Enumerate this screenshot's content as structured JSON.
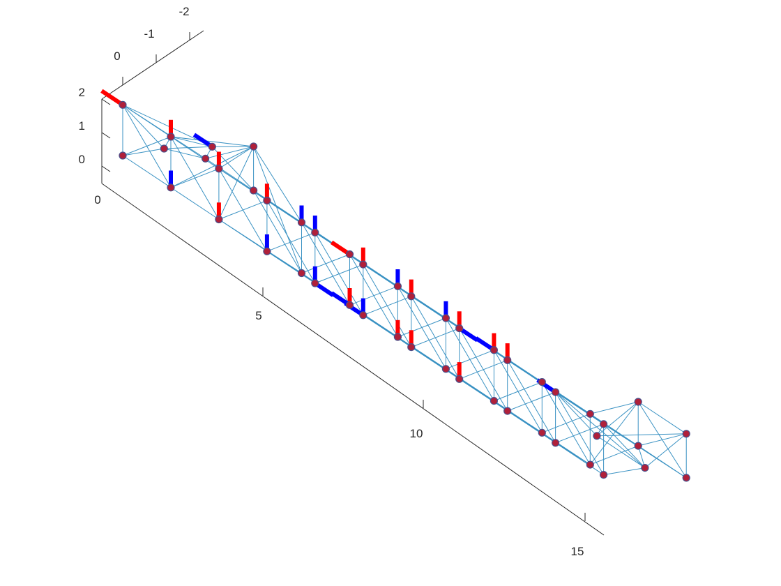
{
  "chart_data": {
    "type": "scatter",
    "projection": "3d",
    "title": "",
    "xlabel": "",
    "ylabel": "",
    "zlabel": "",
    "grid": false,
    "legend": "none",
    "view": {
      "azimuth_deg": -57,
      "elevation_deg": 34
    },
    "xlim": [
      0,
      16
    ],
    "ylim": [
      -2,
      0
    ],
    "zlim": [
      0,
      2
    ],
    "x_ticks": [
      0,
      5,
      10,
      15
    ],
    "y_ticks": [
      0,
      -1,
      -2
    ],
    "z_ticks": [
      0,
      1,
      2
    ],
    "x_tick_labels": [
      "0",
      "5",
      "10",
      "15"
    ],
    "y_tick_labels": [
      "0",
      "-1",
      "-2"
    ],
    "z_tick_labels": [
      "0",
      "1",
      "2"
    ],
    "colors": {
      "edge": "#3a92c3",
      "node_fill": "#b0203a",
      "node_stroke": "#4a4f8a",
      "positive_force": "#ff0000",
      "negative_force": "#0000ff",
      "axis": "#262626"
    },
    "nodes": [
      {
        "id": 0,
        "x": 0,
        "y": 0,
        "z": 0
      },
      {
        "id": 1,
        "x": 0,
        "y": 0,
        "z": 1.5
      },
      {
        "id": 2,
        "x": 0,
        "y": -1,
        "z": 1
      },
      {
        "id": 3,
        "x": 0,
        "y": -2,
        "z": 1.5
      },
      {
        "id": 4,
        "x": 1.6,
        "y": 0,
        "z": 0
      },
      {
        "id": 5,
        "x": 1.6,
        "y": 0,
        "z": 1.5
      },
      {
        "id": 6,
        "x": 1.6,
        "y": -2,
        "z": 1.5
      },
      {
        "id": 7,
        "x": 1.6,
        "y": -1,
        "z": 2
      },
      {
        "id": 8,
        "x": 1.6,
        "y": -2,
        "z": 2.8
      },
      {
        "id": 9,
        "x": 3.2,
        "y": 0,
        "z": 0
      },
      {
        "id": 10,
        "x": 3.2,
        "y": 0,
        "z": 1.5
      },
      {
        "id": 11,
        "x": 3.2,
        "y": -2,
        "z": 0
      },
      {
        "id": 12,
        "x": 3.2,
        "y": -2,
        "z": 1.5
      },
      {
        "id": 13,
        "x": 4.8,
        "y": 0,
        "z": 0
      },
      {
        "id": 14,
        "x": 4.8,
        "y": 0,
        "z": 1.5
      },
      {
        "id": 15,
        "x": 4.8,
        "y": -2,
        "z": 0
      },
      {
        "id": 16,
        "x": 4.8,
        "y": -2,
        "z": 1.5
      },
      {
        "id": 17,
        "x": 6.4,
        "y": 0,
        "z": 0
      },
      {
        "id": 18,
        "x": 6.4,
        "y": 0,
        "z": 1.5
      },
      {
        "id": 19,
        "x": 6.4,
        "y": -2,
        "z": 0
      },
      {
        "id": 20,
        "x": 6.4,
        "y": -2,
        "z": 1.5
      },
      {
        "id": 21,
        "x": 8,
        "y": 0,
        "z": 0
      },
      {
        "id": 22,
        "x": 8,
        "y": 0,
        "z": 1.5
      },
      {
        "id": 23,
        "x": 8,
        "y": -2,
        "z": 0
      },
      {
        "id": 24,
        "x": 8,
        "y": -2,
        "z": 1.5
      },
      {
        "id": 25,
        "x": 9.6,
        "y": 0,
        "z": 0
      },
      {
        "id": 26,
        "x": 9.6,
        "y": 0,
        "z": 1.5
      },
      {
        "id": 27,
        "x": 9.6,
        "y": -2,
        "z": 0
      },
      {
        "id": 28,
        "x": 9.6,
        "y": -2,
        "z": 1.5
      },
      {
        "id": 29,
        "x": 11.2,
        "y": 0,
        "z": 0
      },
      {
        "id": 30,
        "x": 11.2,
        "y": 0,
        "z": 1.5
      },
      {
        "id": 31,
        "x": 11.2,
        "y": -2,
        "z": 0
      },
      {
        "id": 32,
        "x": 11.2,
        "y": -2,
        "z": 1.5
      },
      {
        "id": 33,
        "x": 12.8,
        "y": 0,
        "z": 0
      },
      {
        "id": 34,
        "x": 12.8,
        "y": 0,
        "z": 1.5
      },
      {
        "id": 35,
        "x": 12.8,
        "y": -2,
        "z": 0
      },
      {
        "id": 36,
        "x": 12.8,
        "y": -2,
        "z": 1.5
      },
      {
        "id": 37,
        "x": 14.4,
        "y": 0,
        "z": 0
      },
      {
        "id": 38,
        "x": 14.4,
        "y": 0,
        "z": 1.5
      },
      {
        "id": 39,
        "x": 14.4,
        "y": -2,
        "z": 1.5
      },
      {
        "id": 40,
        "x": 14.4,
        "y": -1,
        "z": 1
      },
      {
        "id": 41,
        "x": 14.4,
        "y": -2,
        "z": 2.8
      },
      {
        "id": 42,
        "x": 16,
        "y": 0,
        "z": 0
      },
      {
        "id": 43,
        "x": 16,
        "y": 0,
        "z": 1.5
      },
      {
        "id": 44,
        "x": 16,
        "y": -1,
        "z": 1
      },
      {
        "id": 45,
        "x": 16,
        "y": -2,
        "z": 1.5
      },
      {
        "id": 46,
        "x": 16,
        "y": -2,
        "z": 2.8
      }
    ],
    "edges": [
      [
        0,
        1
      ],
      [
        0,
        2
      ],
      [
        1,
        2
      ],
      [
        1,
        3
      ],
      [
        2,
        3
      ],
      [
        0,
        4
      ],
      [
        1,
        5
      ],
      [
        3,
        6
      ],
      [
        0,
        5
      ],
      [
        1,
        4
      ],
      [
        2,
        5
      ],
      [
        2,
        7
      ],
      [
        3,
        7
      ],
      [
        3,
        8
      ],
      [
        6,
        8
      ],
      [
        7,
        8
      ],
      [
        1,
        7
      ],
      [
        6,
        7
      ],
      [
        5,
        7
      ],
      [
        5,
        8
      ],
      [
        4,
        5
      ],
      [
        4,
        8
      ],
      [
        6,
        12
      ],
      [
        5,
        10
      ],
      [
        4,
        9
      ],
      [
        9,
        10
      ],
      [
        4,
        10
      ],
      [
        5,
        9
      ],
      [
        8,
        12
      ],
      [
        8,
        10
      ],
      [
        8,
        9
      ],
      [
        10,
        12
      ],
      [
        9,
        11
      ],
      [
        11,
        12
      ],
      [
        6,
        11
      ],
      [
        8,
        11
      ],
      [
        9,
        13
      ],
      [
        10,
        14
      ],
      [
        11,
        15
      ],
      [
        12,
        16
      ],
      [
        13,
        14
      ],
      [
        15,
        16
      ],
      [
        9,
        14
      ],
      [
        10,
        13
      ],
      [
        11,
        16
      ],
      [
        12,
        15
      ],
      [
        14,
        16
      ],
      [
        13,
        15
      ],
      [
        10,
        16
      ],
      [
        11,
        13
      ],
      [
        9,
        15
      ],
      [
        13,
        17
      ],
      [
        14,
        18
      ],
      [
        15,
        19
      ],
      [
        16,
        20
      ],
      [
        17,
        18
      ],
      [
        19,
        20
      ],
      [
        13,
        18
      ],
      [
        14,
        17
      ],
      [
        15,
        20
      ],
      [
        16,
        19
      ],
      [
        18,
        20
      ],
      [
        17,
        19
      ],
      [
        14,
        20
      ],
      [
        15,
        17
      ],
      [
        13,
        19
      ],
      [
        17,
        21
      ],
      [
        18,
        22
      ],
      [
        19,
        23
      ],
      [
        20,
        24
      ],
      [
        21,
        22
      ],
      [
        23,
        24
      ],
      [
        17,
        22
      ],
      [
        18,
        21
      ],
      [
        19,
        24
      ],
      [
        20,
        23
      ],
      [
        22,
        24
      ],
      [
        21,
        23
      ],
      [
        18,
        24
      ],
      [
        19,
        21
      ],
      [
        17,
        23
      ],
      [
        21,
        25
      ],
      [
        22,
        26
      ],
      [
        23,
        27
      ],
      [
        24,
        28
      ],
      [
        25,
        26
      ],
      [
        27,
        28
      ],
      [
        21,
        26
      ],
      [
        22,
        25
      ],
      [
        23,
        28
      ],
      [
        24,
        27
      ],
      [
        26,
        28
      ],
      [
        25,
        27
      ],
      [
        22,
        28
      ],
      [
        23,
        25
      ],
      [
        21,
        27
      ],
      [
        25,
        29
      ],
      [
        26,
        30
      ],
      [
        27,
        31
      ],
      [
        28,
        32
      ],
      [
        29,
        30
      ],
      [
        31,
        32
      ],
      [
        25,
        30
      ],
      [
        26,
        29
      ],
      [
        27,
        32
      ],
      [
        28,
        31
      ],
      [
        30,
        32
      ],
      [
        29,
        31
      ],
      [
        26,
        32
      ],
      [
        27,
        29
      ],
      [
        25,
        31
      ],
      [
        29,
        33
      ],
      [
        30,
        34
      ],
      [
        31,
        35
      ],
      [
        32,
        36
      ],
      [
        33,
        34
      ],
      [
        35,
        36
      ],
      [
        29,
        34
      ],
      [
        30,
        33
      ],
      [
        31,
        36
      ],
      [
        32,
        35
      ],
      [
        34,
        36
      ],
      [
        33,
        35
      ],
      [
        30,
        36
      ],
      [
        31,
        33
      ],
      [
        29,
        35
      ],
      [
        33,
        37
      ],
      [
        34,
        38
      ],
      [
        35,
        39
      ],
      [
        36,
        41
      ],
      [
        37,
        38
      ],
      [
        38,
        39
      ],
      [
        39,
        41
      ],
      [
        38,
        40
      ],
      [
        40,
        41
      ],
      [
        33,
        38
      ],
      [
        34,
        37
      ],
      [
        35,
        41
      ],
      [
        36,
        39
      ],
      [
        36,
        38
      ],
      [
        35,
        37
      ],
      [
        37,
        42
      ],
      [
        38,
        43
      ],
      [
        39,
        45
      ],
      [
        41,
        46
      ],
      [
        40,
        44
      ],
      [
        42,
        43
      ],
      [
        43,
        45
      ],
      [
        45,
        46
      ],
      [
        43,
        44
      ],
      [
        44,
        46
      ],
      [
        42,
        44
      ],
      [
        37,
        43
      ],
      [
        38,
        42
      ],
      [
        39,
        46
      ],
      [
        41,
        45
      ],
      [
        40,
        43
      ],
      [
        40,
        46
      ],
      [
        38,
        44
      ],
      [
        39,
        44
      ]
    ],
    "force_arrows": [
      {
        "node": 1,
        "dx": -0.7,
        "dy": 0,
        "dz": 0,
        "sign": "positive"
      },
      {
        "node": 7,
        "dx": -0.6,
        "dy": 0,
        "dz": 0,
        "sign": "negative"
      },
      {
        "node": 5,
        "dx": 0,
        "dy": 0,
        "dz": 0.5,
        "sign": "positive"
      },
      {
        "node": 4,
        "dx": 0,
        "dy": 0,
        "dz": 0.5,
        "sign": "negative"
      },
      {
        "node": 9,
        "dx": 0,
        "dy": 0,
        "dz": 0.5,
        "sign": "positive"
      },
      {
        "node": 10,
        "dx": 0,
        "dy": 0,
        "dz": 0.5,
        "sign": "positive"
      },
      {
        "node": 13,
        "dx": 0,
        "dy": 0,
        "dz": 0.5,
        "sign": "negative"
      },
      {
        "node": 14,
        "dx": 0,
        "dy": 0,
        "dz": 0.5,
        "sign": "positive"
      },
      {
        "node": 12,
        "dx": 0,
        "dy": 0,
        "dz": 0.5,
        "sign": "negative"
      },
      {
        "node": 16,
        "dx": -0.6,
        "dy": 0,
        "dz": 0,
        "sign": "positive"
      },
      {
        "node": 18,
        "dx": 0,
        "dy": 0,
        "dz": 0.5,
        "sign": "negative"
      },
      {
        "node": 17,
        "dx": 0,
        "dy": 0,
        "dz": 0.5,
        "sign": "negative"
      },
      {
        "node": 15,
        "dx": 0,
        "dy": 0,
        "dz": 0.5,
        "sign": "positive"
      },
      {
        "node": 15,
        "dx": -0.6,
        "dy": 0,
        "dz": 0,
        "sign": "negative"
      },
      {
        "node": 17,
        "dx": 0.6,
        "dy": 0,
        "dz": 0,
        "sign": "negative"
      },
      {
        "node": 21,
        "dx": 0,
        "dy": 0,
        "dz": 0.5,
        "sign": "negative"
      },
      {
        "node": 21,
        "dx": -0.6,
        "dy": 0,
        "dz": 0,
        "sign": "negative"
      },
      {
        "node": 22,
        "dx": 0,
        "dy": 0,
        "dz": 0.5,
        "sign": "positive"
      },
      {
        "node": 19,
        "dx": 0,
        "dy": 0,
        "dz": 0.5,
        "sign": "positive"
      },
      {
        "node": 20,
        "dx": 0,
        "dy": 0,
        "dz": 0.5,
        "sign": "negative"
      },
      {
        "node": 24,
        "dx": 0,
        "dy": 0,
        "dz": 0.5,
        "sign": "negative"
      },
      {
        "node": 25,
        "dx": 0,
        "dy": 0,
        "dz": 0.5,
        "sign": "positive"
      },
      {
        "node": 26,
        "dx": 0,
        "dy": 0,
        "dz": 0.5,
        "sign": "positive"
      },
      {
        "node": 30,
        "dx": 0,
        "dy": 0,
        "dz": 0.5,
        "sign": "positive"
      },
      {
        "node": 28,
        "dx": 0,
        "dy": 0,
        "dz": 0.5,
        "sign": "positive"
      },
      {
        "node": 28,
        "dx": -0.6,
        "dy": 0,
        "dz": 0,
        "sign": "negative"
      },
      {
        "node": 29,
        "dx": 0,
        "dy": 0,
        "dz": 0.5,
        "sign": "positive"
      },
      {
        "node": 30,
        "dx": 0.6,
        "dy": 0,
        "dz": 0,
        "sign": "negative"
      },
      {
        "node": 34,
        "dx": 0,
        "dy": 0,
        "dz": 0.5,
        "sign": "positive"
      },
      {
        "node": 38,
        "dx": -0.6,
        "dy": 0,
        "dz": 0,
        "sign": "negative"
      }
    ]
  }
}
